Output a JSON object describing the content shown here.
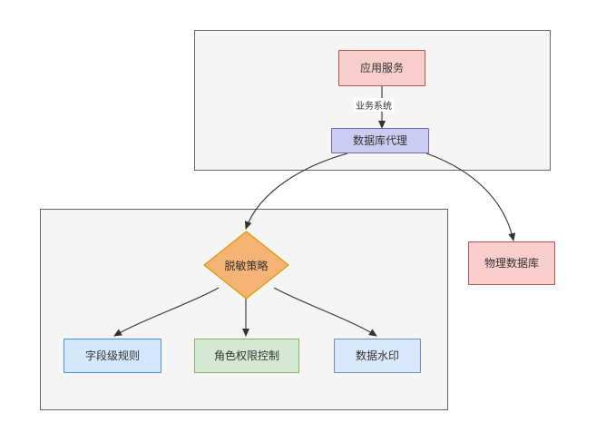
{
  "diagram": {
    "groups": [
      {
        "name": "business-layer-group"
      },
      {
        "name": "masking-layer-group"
      }
    ],
    "nodes": {
      "app_service": {
        "label": "应用服务",
        "color": "#f8cecc",
        "border": "#b85450"
      },
      "db_proxy": {
        "label": "数据库代理",
        "color": "#ccccf2",
        "border": "#6c6cb3"
      },
      "physical_db": {
        "label": "物理数据库",
        "color": "#f8cecc",
        "border": "#b85450"
      },
      "masking_policy": {
        "label": "脱敏策略",
        "color": "#f5b375",
        "border": "#d79b00"
      },
      "field_rule": {
        "label": "字段级规则",
        "color": "#d4e8fc",
        "border": "#4a8fd4"
      },
      "role_access": {
        "label": "角色权限控制",
        "color": "#d5e8d4",
        "border": "#82b366"
      },
      "watermark": {
        "label": "数据水印",
        "color": "#dae8fc",
        "border": "#6c8ebf"
      }
    },
    "edges": [
      {
        "from": "app_service",
        "to": "db_proxy",
        "label": "业务系统"
      },
      {
        "from": "db_proxy",
        "to": "masking_policy",
        "label": ""
      },
      {
        "from": "db_proxy",
        "to": "physical_db",
        "label": ""
      },
      {
        "from": "masking_policy",
        "to": "field_rule",
        "label": ""
      },
      {
        "from": "masking_policy",
        "to": "role_access",
        "label": ""
      },
      {
        "from": "masking_policy",
        "to": "watermark",
        "label": ""
      }
    ]
  }
}
